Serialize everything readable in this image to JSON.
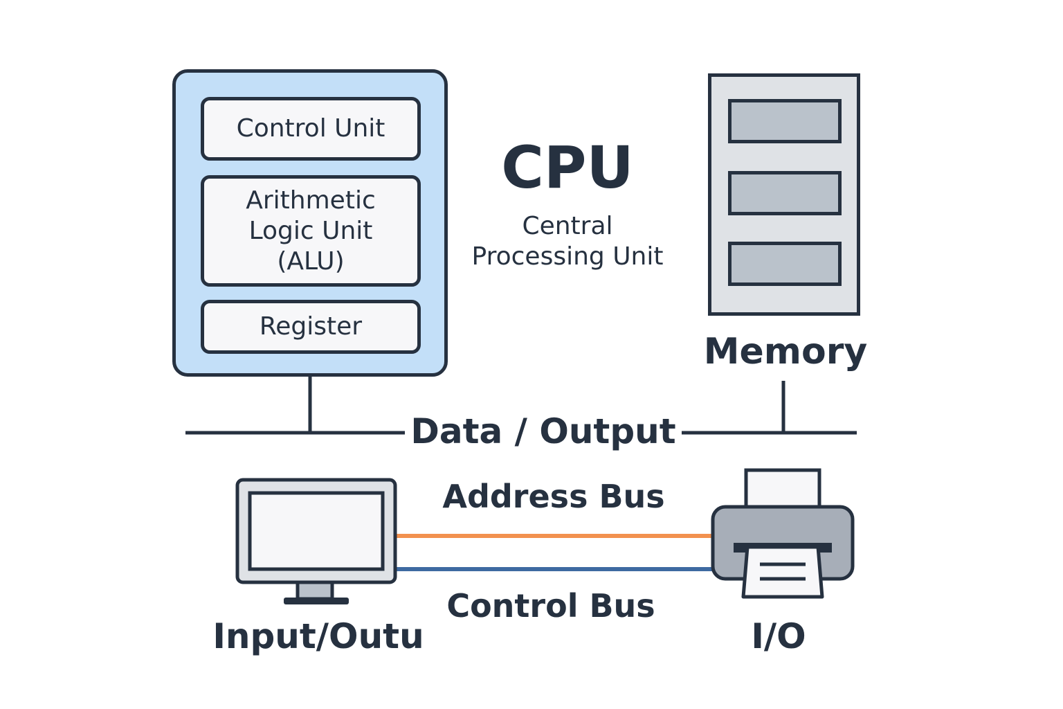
{
  "cpu": {
    "units": {
      "control_unit": "Control Unit",
      "alu_line1": "Arithmetic",
      "alu_line2": "Logic Unit",
      "alu_line3": "(ALU)",
      "register": "Register"
    },
    "title": "CPU",
    "subtitle_line1": "Central",
    "subtitle_line2": "Processing Unit"
  },
  "memory": {
    "label": "Memory",
    "slot_count": 3
  },
  "buses": {
    "data": "Data / Output",
    "address": "Address Bus",
    "control": "Control Bus"
  },
  "devices": {
    "monitor_label": "Input/Outu",
    "printer_label": "I/O"
  },
  "colors": {
    "outline": "#263140",
    "cpu_fill": "#c3dff8",
    "address_bus": "#f2914f",
    "control_bus": "#3e6aa1",
    "memory_fill": "#dfe2e6",
    "slot_fill": "#bac2cb"
  },
  "icons": [
    "monitor-icon",
    "printer-icon"
  ]
}
